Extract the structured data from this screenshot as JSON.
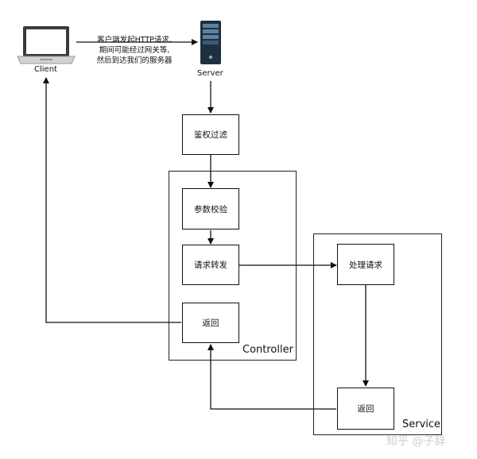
{
  "client": {
    "label": "Client"
  },
  "server": {
    "label": "Server"
  },
  "request_note": [
    "客户端发起HTTP请求,",
    "期间可能经过网关等,",
    "然后到达我们的服务器"
  ],
  "auth_filter": "鉴权过滤",
  "controller": {
    "title": "Controller",
    "param_check": "参数校验",
    "forward": "请求转发",
    "return": "返回"
  },
  "service": {
    "title": "Service",
    "handle": "处理请求",
    "return": "返回"
  },
  "watermark": "知乎 @子辞"
}
